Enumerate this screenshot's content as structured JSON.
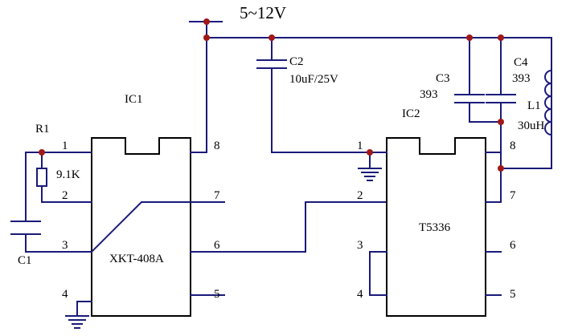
{
  "supply": "5~12V",
  "ic1": {
    "ref": "IC1",
    "part": "XKT-408A",
    "pins": [
      "1",
      "2",
      "3",
      "4",
      "5",
      "6",
      "7",
      "8"
    ]
  },
  "ic2": {
    "ref": "IC2",
    "part": "T5336",
    "pins": [
      "1",
      "2",
      "3",
      "4",
      "5",
      "6",
      "7",
      "8"
    ]
  },
  "components": {
    "r1": {
      "ref": "R1",
      "value": "9.1K"
    },
    "c1": {
      "ref": "C1"
    },
    "c2": {
      "ref": "C2",
      "value": "10uF/25V"
    },
    "c3": {
      "ref": "C3",
      "value": "393"
    },
    "c4": {
      "ref": "C4",
      "value": "393"
    },
    "l1": {
      "ref": "L1",
      "value": "30uH"
    }
  }
}
